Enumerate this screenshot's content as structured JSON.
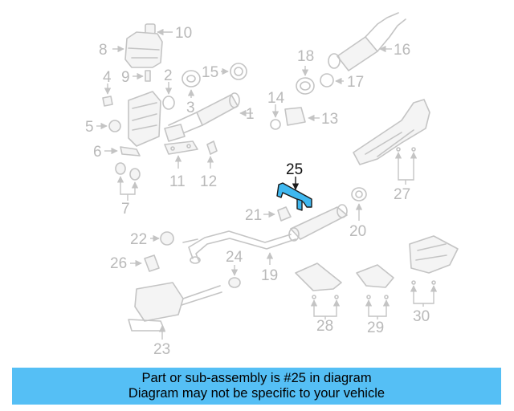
{
  "callouts": [
    "1",
    "2",
    "3",
    "4",
    "5",
    "6",
    "7",
    "8",
    "9",
    "10",
    "11",
    "12",
    "13",
    "14",
    "15",
    "16",
    "17",
    "18",
    "19",
    "20",
    "21",
    "22",
    "23",
    "24",
    "25",
    "26",
    "27",
    "28",
    "29",
    "30"
  ],
  "highlighted_part": "25",
  "banner": {
    "line1": "Part or sub-assembly is #25 in diagram",
    "line2": "Diagram may not be specific to your vehicle"
  },
  "colors": {
    "banner_bg": "#55bff5",
    "highlight_fill": "#3fb8f0",
    "part_line": "#c4c4c4"
  }
}
